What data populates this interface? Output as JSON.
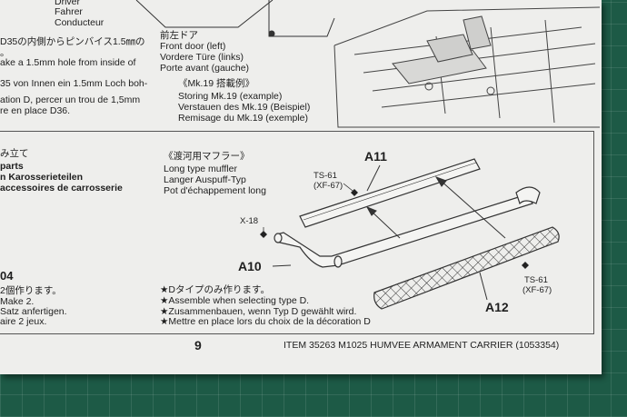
{
  "top_left": {
    "lines": [
      "Driver",
      "Fahrer",
      "Conducteur"
    ]
  },
  "hole_note": {
    "lines": [
      "D35の内側からピンバイス1.5㎜の",
      "。",
      "ake a 1.5mm hole from inside of",
      "",
      "35 von Innen ein 1.5mm Loch boh-",
      "",
      "ation D, percer un trou de 1,5mm",
      "re en place D36."
    ]
  },
  "front_door": {
    "lines": [
      "前左ドア",
      "Front door (left)",
      "Vordere Türe (links)",
      "Porte avant (gauche)"
    ]
  },
  "storing": {
    "lines": [
      "《Mk.19 搭載例》",
      "Storing Mk.19 (example)",
      "Verstauen des Mk.19 (Beispiel)",
      "Remisage du Mk.19 (exemple)"
    ]
  },
  "left_section": {
    "lines": [
      "み立て",
      "parts",
      "n Karosserieteilen",
      "accessoires de carrosserie"
    ]
  },
  "muffler": {
    "lines": [
      "《渡河用マフラー》",
      "Long type muffler",
      "Langer Auspuff-Typ",
      "Pot d'échappement long"
    ]
  },
  "step04": {
    "lines": [
      "04",
      "2個作ります。",
      "Make 2.",
      "Satz anfertigen.",
      "aire 2 jeux."
    ]
  },
  "callouts": {
    "a11": "A11",
    "a10": "A10",
    "a12": "A12",
    "x18": "X-18",
    "ts61_top": [
      "TS-61",
      "(XF-67)"
    ],
    "ts61_right": [
      "TS-61",
      "(XF-67)"
    ]
  },
  "type_d_note": {
    "lines": [
      "★Dタイプのみ作ります。",
      "★Assemble when selecting type D.",
      "★Zusammenbauen, wenn Typ D gewählt wird.",
      "★Mettre en place lors du choix de la décoration D"
    ]
  },
  "footer": {
    "page": "9",
    "item": "ITEM 35263  M1025 HUMVEE ARMAMENT CARRIER (1053354)"
  }
}
